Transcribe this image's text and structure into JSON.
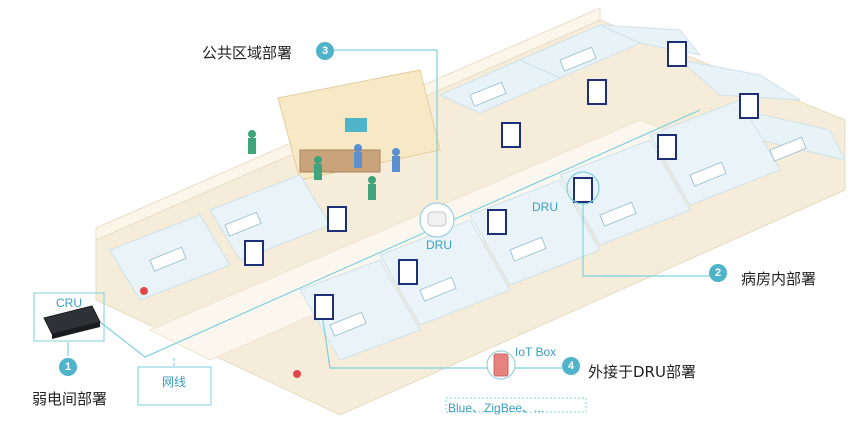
{
  "labels": {
    "public_area": "公共区域部署",
    "ward_room": "病房内部署",
    "weak_room": "弱电间部署",
    "external_dru": "外接于DRU部署"
  },
  "badges": {
    "b1": "1",
    "b2": "2",
    "b3": "3",
    "b4": "4"
  },
  "devices": {
    "cru": "CRU",
    "dru_center": "DRU",
    "dru_right": "DRU",
    "iot_box": "IoT Box",
    "network_cable": "网线",
    "protocols": "Blue、ZigBee、..."
  },
  "colors": {
    "accent": "#4fb3c9",
    "line": "#7fd0de",
    "dru_frame": "#1e2f7a",
    "floor": "#f3ead8",
    "wall": "#fbf6ea"
  }
}
